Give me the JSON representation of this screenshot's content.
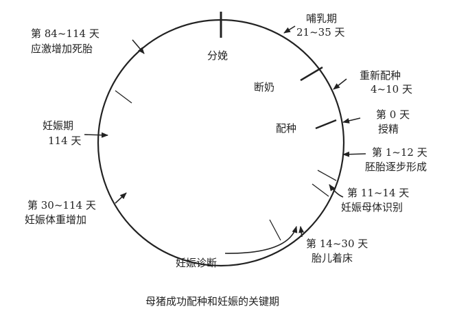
{
  "title": "母猪成功配种和妊娠的关键期",
  "inner_labels": {
    "farrowing": "分娩",
    "weaning": "断奶",
    "breeding": "配种"
  },
  "labels": {
    "lactation": [
      "哺乳期",
      "21~35 天"
    ],
    "rebreeding": [
      "重新配种",
      "4~10 天"
    ],
    "day0": [
      "第 0 天",
      "授精"
    ],
    "embryo": [
      "第 1~12 天",
      "胚胎逐步形成"
    ],
    "recognition": [
      "第 11~14 天",
      "妊娠母体识别"
    ],
    "implantation": [
      "第 14~30 天",
      "胎儿着床"
    ],
    "diagnosis": "妊娠诊断",
    "weight_gain": [
      "第 30~114 天",
      "妊娠体重增加"
    ],
    "gestation": [
      "妊娠期",
      "114 天"
    ],
    "stillbirth": [
      "第 84~114 天",
      "应激增加死胎"
    ]
  },
  "colors": {
    "ink": "#222222"
  }
}
